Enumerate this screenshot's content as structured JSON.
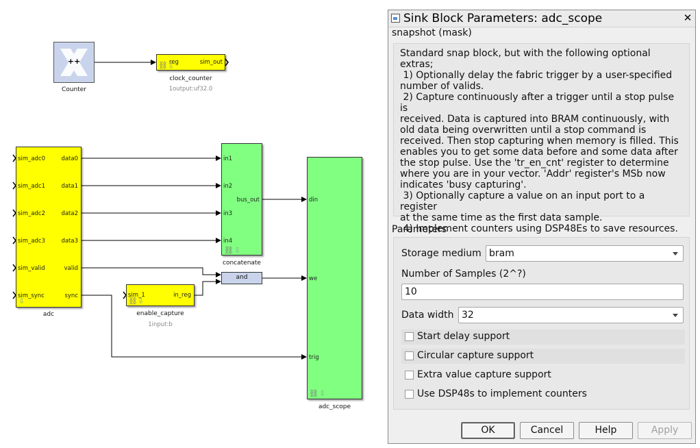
{
  "canvas": {
    "counter_label": "Counter",
    "counter_glyph": "++",
    "clock_counter": {
      "in_port": "reg",
      "out_port": "sim_out",
      "name": "clock_counter",
      "sub": "1output:uf32.0"
    },
    "adc": {
      "inputs": [
        "sim_adc0",
        "sim_adc1",
        "sim_adc2",
        "sim_adc3",
        "sim_valid",
        "sim_sync"
      ],
      "outputs": [
        "data0",
        "data1",
        "data2",
        "data3",
        "valid",
        "sync"
      ],
      "name": "adc"
    },
    "concatenate": {
      "inputs": [
        "in1",
        "in2",
        "in3",
        "in4"
      ],
      "output": "bus_out",
      "name": "concatenate"
    },
    "and_label": "and",
    "enable_capture": {
      "in_port": "sim_1",
      "out_port": "in_reg",
      "name": "enable_capture",
      "sub": "1input:b"
    },
    "adc_scope": {
      "inputs": [
        "din",
        "we",
        "trig"
      ],
      "name": "adc_scope"
    }
  },
  "dialog": {
    "title": "Sink Block Parameters: adc_scope",
    "close_glyph": "✕",
    "mask_label": "snapshot (mask)",
    "description": "Standard snap block, but with the following optional\nextras;\n 1) Optionally delay the fabric trigger by a user-specified\nnumber of valids.\n 2) Capture continuously after a trigger until a stop pulse is\nreceived. Data is captured into BRAM continuously, with\nold data being overwritten until a stop command is\nreceived. Then stop capturing when memory is filled. This\nenables you to get some data before and some data after\nthe stop pulse. Use the 'tr_en_cnt' register to determine\nwhere you are in your vector. 'Addr' register's MSb now\nindicates 'busy capturing'.\n 3) Optionally capture a value on an input port to a register\nat the same time as the first data sample.\n 4) Implement counters using DSP48Es to save resources.",
    "params_label": "Parameters",
    "storage_medium": {
      "label": "Storage medium",
      "value": "bram"
    },
    "num_samples": {
      "label": "Number of Samples (2^?)",
      "value": "10"
    },
    "data_width": {
      "label": "Data width",
      "value": "32"
    },
    "checkboxes": [
      {
        "label": "Start delay support",
        "checked": false
      },
      {
        "label": "Circular capture support",
        "checked": false
      },
      {
        "label": "Extra value capture support",
        "checked": false
      },
      {
        "label": "Use DSP48s to implement counters",
        "checked": false
      }
    ],
    "buttons": {
      "ok": "OK",
      "cancel": "Cancel",
      "help": "Help",
      "apply": "Apply"
    }
  }
}
